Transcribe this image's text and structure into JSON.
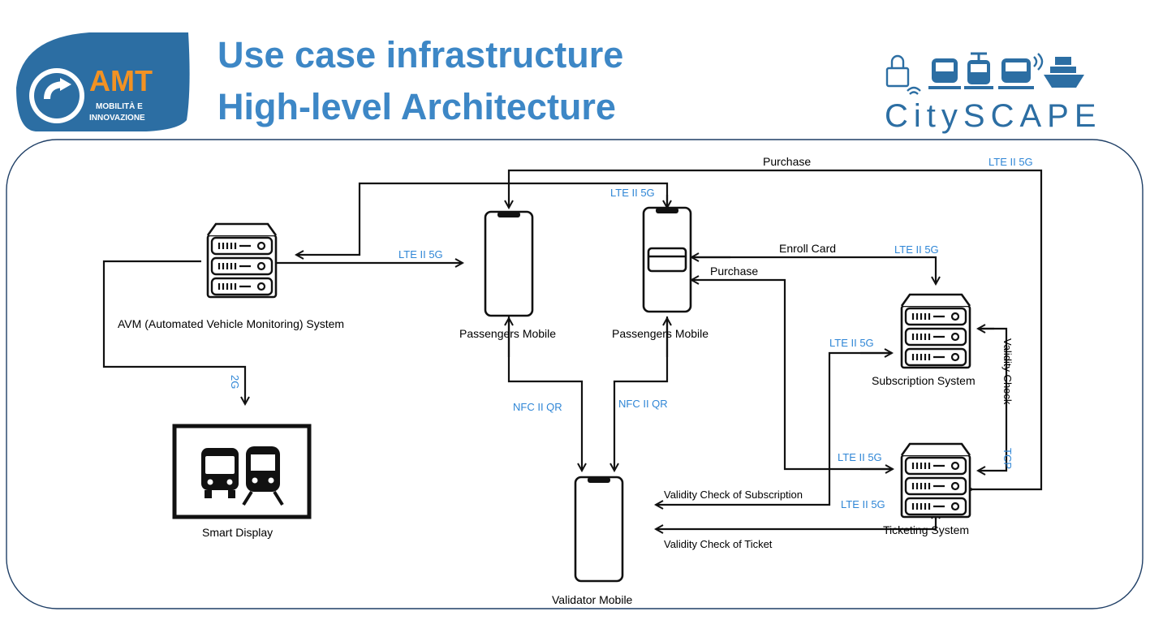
{
  "header": {
    "title_line1": "Use case infrastructure",
    "title_line2": "High-level Architecture",
    "amt_logo": {
      "text": "AMT",
      "sub1": "MOBILITÀ E",
      "sub2": "INNOVAZIONE"
    },
    "cityscape_logo": {
      "text": "CitySCAPE"
    }
  },
  "colors": {
    "accent": "#3d87c6",
    "logo_blue": "#2c6ea3",
    "amt_orange": "#f39223",
    "link_label": "#2f86d6"
  },
  "nodes": {
    "avm": "AVM (Automated Vehicle Monitoring) System",
    "smart_display": "Smart Display",
    "passengers_mobile_1": "Passengers Mobile",
    "passengers_mobile_2": "Passengers Mobile",
    "subscription_system": "Subscription System",
    "ticketing_system": "Ticketing System",
    "validator_mobile": "Validator Mobile"
  },
  "edges": {
    "purchase_top": "Purchase",
    "lte_top_right": "LTE II 5G",
    "lte_top_mobile2": "LTE II 5G",
    "lte_avm_mobile1": "LTE II 5G",
    "enroll_card": "Enroll Card",
    "lte_enroll": "LTE II 5G",
    "purchase_mid": "Purchase",
    "lte_subscription_left": "LTE II 5G",
    "validity_check_vertical": "Validity Check",
    "tcp": "TCP",
    "lte_ticketing_upper": "LTE II 5G",
    "lte_ticketing_lower": "LTE II 5G",
    "two_g": "2G",
    "nfc_qr_1": "NFC II QR",
    "nfc_qr_2": "NFC II QR",
    "validity_subscription": "Validity Check of Subscription",
    "validity_ticket": "Validity Check of Ticket"
  }
}
